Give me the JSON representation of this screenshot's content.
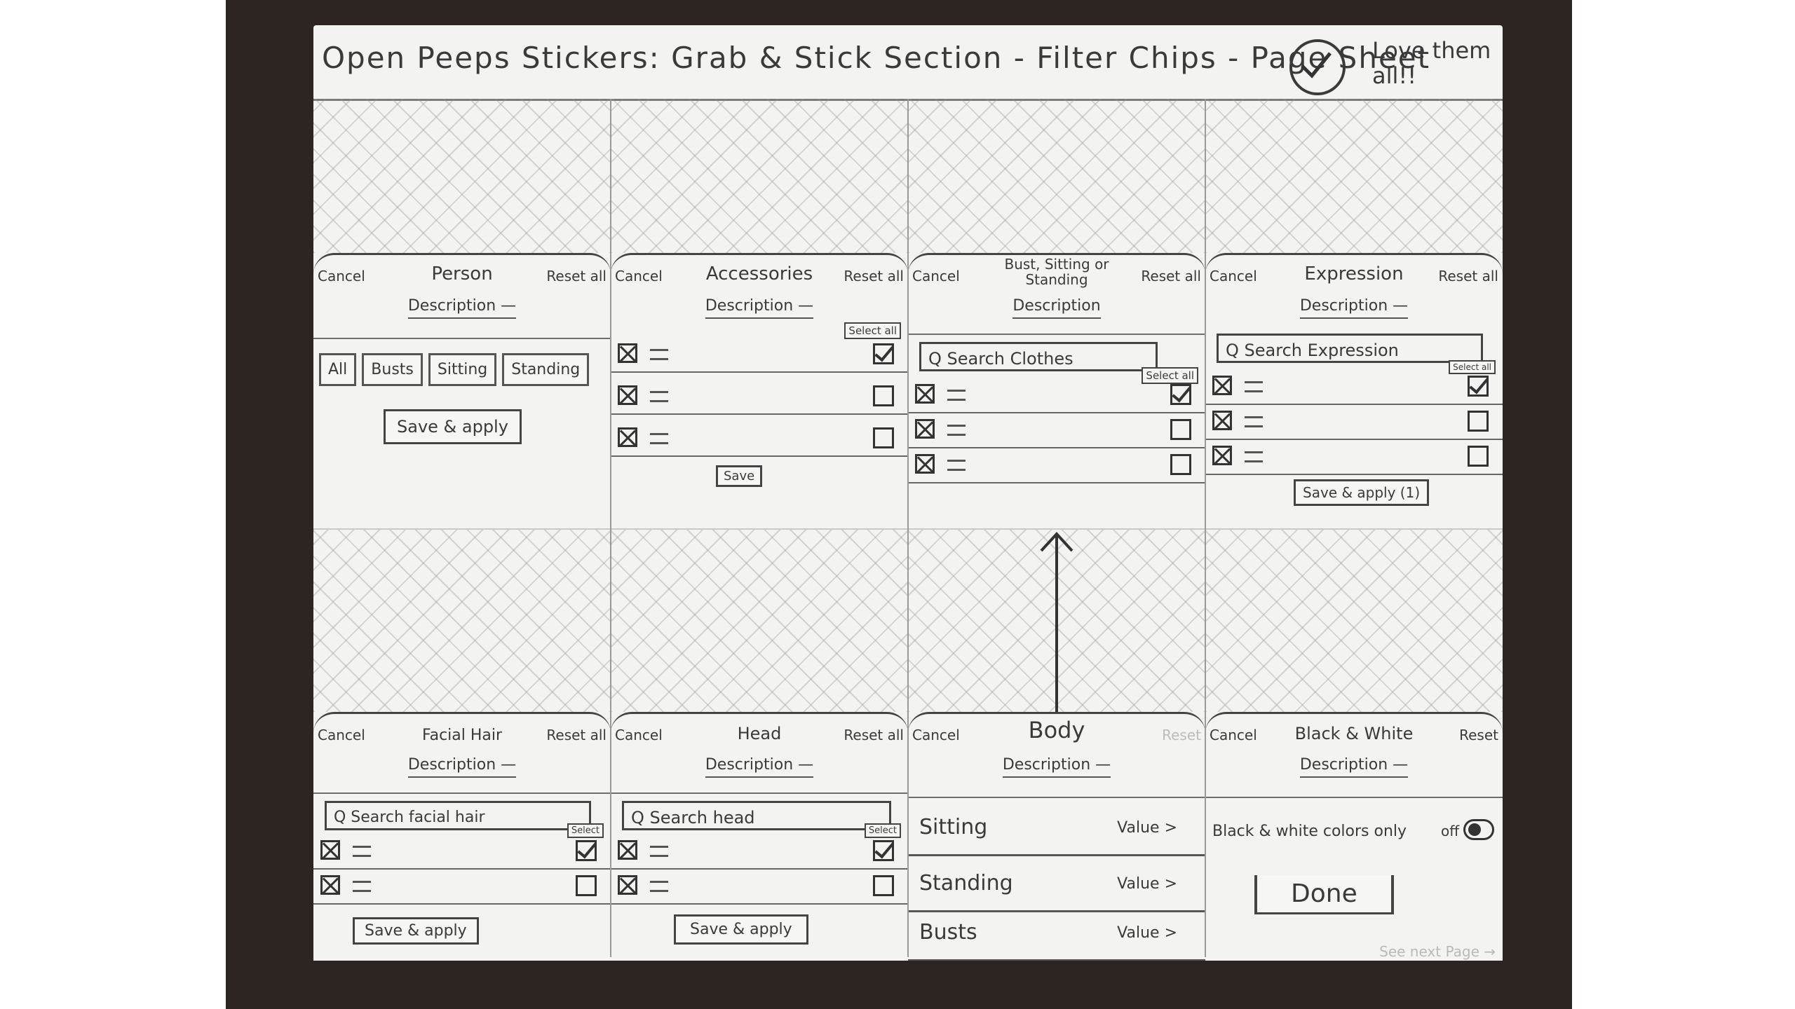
{
  "header": {
    "title": "Open Peeps Stickers: Grab & Stick Section - Filter Chips - Page Sheet",
    "love_text": "Love them all!!"
  },
  "panels": {
    "person": {
      "cancel": "Cancel",
      "title": "Person",
      "reset": "Reset all",
      "description": "Description —",
      "chips": [
        "All",
        "Busts",
        "Sitting",
        "Standing"
      ],
      "save": "Save & apply"
    },
    "accessories": {
      "cancel": "Cancel",
      "title": "Accessories",
      "reset": "Reset all",
      "description": "Description —",
      "select_all": "Select all",
      "save": "Save"
    },
    "clothes": {
      "cancel": "Cancel",
      "title": "Bust, Sitting or Standing",
      "reset": "Reset all",
      "description": "Description",
      "search_placeholder": "Q Search Clothes",
      "select_all": "Select all"
    },
    "expression": {
      "cancel": "Cancel",
      "title": "Expression",
      "reset": "Reset all",
      "description": "Description —",
      "search_placeholder": "Q Search Expression",
      "select_all": "Select all",
      "save": "Save & apply (1)"
    },
    "facial_hair": {
      "cancel": "Cancel",
      "title": "Facial Hair",
      "reset": "Reset all",
      "description": "Description —",
      "search_placeholder": "Q Search facial hair",
      "select_all": "Select",
      "save": "Save & apply"
    },
    "head": {
      "cancel": "Cancel",
      "title": "Head",
      "reset": "Reset all",
      "description": "Description —",
      "search_placeholder": "Q Search head",
      "select_all": "Select",
      "save": "Save & apply"
    },
    "body": {
      "cancel": "Cancel",
      "title": "Body",
      "reset": "Reset",
      "description": "Description —",
      "rows": [
        {
          "label": "Sitting",
          "value": "Value >"
        },
        {
          "label": "Standing",
          "value": "Value >"
        },
        {
          "label": "Busts",
          "value": "Value >"
        }
      ]
    },
    "bw": {
      "cancel": "Cancel",
      "title": "Black & White",
      "reset": "Reset",
      "description": "Description —",
      "toggle_label": "Black & white colors only",
      "toggle_state": "off",
      "done": "Done",
      "next_page": "See next Page →"
    }
  }
}
